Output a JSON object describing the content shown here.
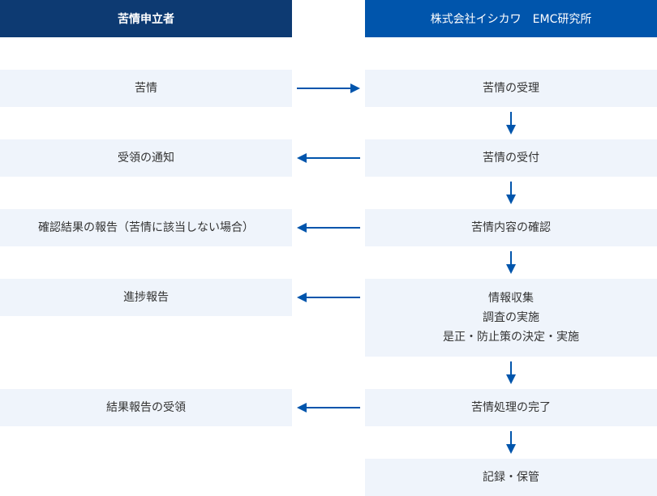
{
  "headers": {
    "left": "苦情申立者",
    "right": "株式会社イシカワ　EMC研究所"
  },
  "left_steps": [
    "苦情",
    "受領の通知",
    "確認結果の報告（苦情に該当しない場合）",
    "進捗報告",
    "結果報告の受領"
  ],
  "right_steps": [
    "苦情の受理",
    "苦情の受付",
    "苦情内容の確認",
    [
      "情報収集",
      "調査の実施",
      "是正・防止策の決定・実施"
    ],
    "苦情処理の完了",
    "記録・保管"
  ],
  "colors": {
    "left_header": "#0d3a72",
    "right_header": "#0055ac",
    "box": "#eff4fb",
    "arrow": "#0055ac"
  }
}
